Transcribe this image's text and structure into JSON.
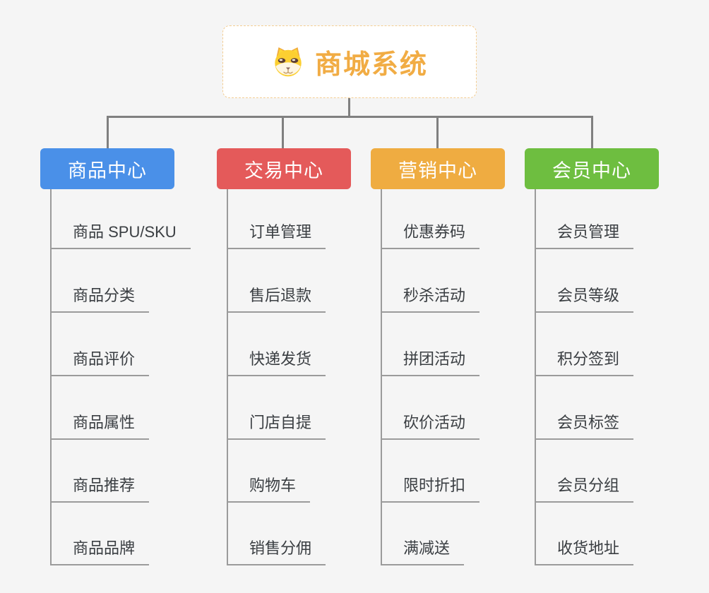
{
  "page": {
    "background": "#f5f5f5",
    "connector_color": "#808080",
    "leaf_line_color": "#9b9b9b"
  },
  "root": {
    "label": "商城系统",
    "text_color": "#f1ac44",
    "border_color": "#f3cd92",
    "icon": "shiba-dog-icon"
  },
  "branches": [
    {
      "label": "商品中心",
      "color": "#4a90e8",
      "children": [
        "商品 SPU/SKU",
        "商品分类",
        "商品评价",
        "商品属性",
        "商品推荐",
        "商品品牌"
      ]
    },
    {
      "label": "交易中心",
      "color": "#e45a5a",
      "children": [
        "订单管理",
        "售后退款",
        "快递发货",
        "门店自提",
        "购物车",
        "销售分佣"
      ]
    },
    {
      "label": "营销中心",
      "color": "#efac41",
      "children": [
        "优惠券码",
        "秒杀活动",
        "拼团活动",
        "砍价活动",
        "限时折扣",
        "满减送"
      ]
    },
    {
      "label": "会员中心",
      "color": "#6ebe40",
      "children": [
        "会员管理",
        "会员等级",
        "积分签到",
        "会员标签",
        "会员分组",
        "收货地址"
      ]
    }
  ]
}
